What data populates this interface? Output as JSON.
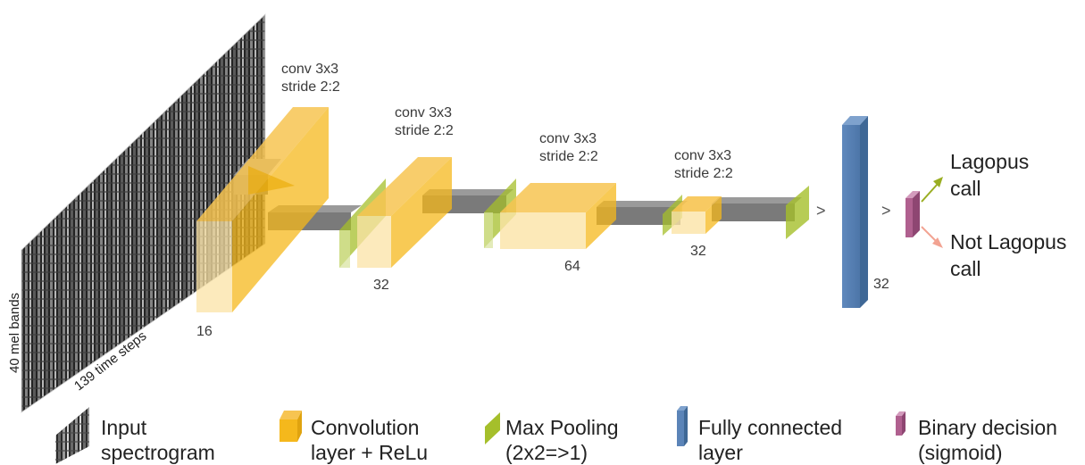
{
  "axes": {
    "mel_bands": "40 mel bands",
    "time_steps": "139 time steps"
  },
  "layers": [
    {
      "op": "conv 3x3\nstride 2:2",
      "size": "16"
    },
    {
      "op": "conv 3x3\nstride 2:2",
      "size": "32"
    },
    {
      "op": "conv 3x3\nstride 2:2",
      "size": "64"
    },
    {
      "op": "conv 3x3\nstride 2:2",
      "size": "32"
    }
  ],
  "dense": {
    "size": "32"
  },
  "outputs": {
    "positive": "Lagopus\ncall",
    "negative": "Not Lagopus\ncall"
  },
  "legend": [
    {
      "icon": "spectrogram-icon",
      "text": "Input\nspectrogram"
    },
    {
      "icon": "convolution-block-icon",
      "text": "Convolution\nlayer + ReLu"
    },
    {
      "icon": "max-pooling-icon",
      "text": "Max Pooling\n(2x2=>1)"
    },
    {
      "icon": "fully-connected-icon",
      "text": "Fully connected\nlayer"
    },
    {
      "icon": "binary-decision-icon",
      "text": "Binary decision\n(sigmoid)"
    }
  ],
  "colors": {
    "convolution": "#f5b81c",
    "pooling": "#a5bf2b",
    "flow": "#7a7a7a",
    "fully_connected": "#5b84b8",
    "decision": "#b0608f",
    "positive_arrow": "#9aae22",
    "negative_arrow": "#f2a392"
  }
}
